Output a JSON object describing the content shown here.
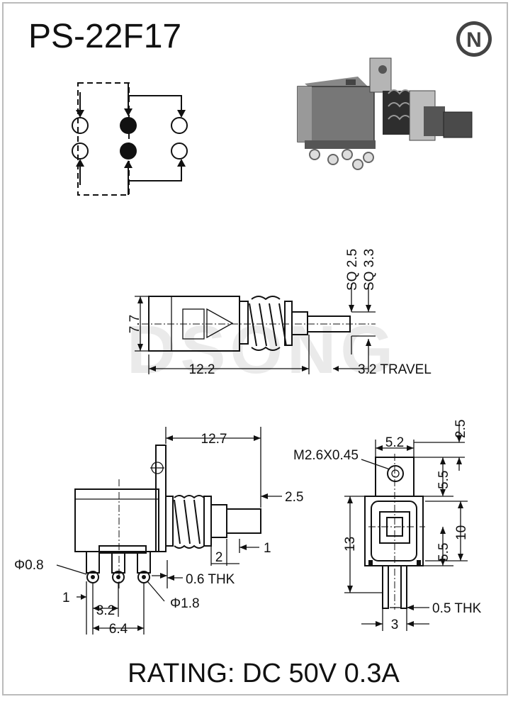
{
  "title": "PS-22F17",
  "logo_letter": "N",
  "watermark": "DSONG",
  "rating": "RATING: DC 50V 0.3A",
  "side_view": {
    "dim_length": "12.2",
    "dim_height": "7.7",
    "dim_sq1": "SQ 2.5",
    "dim_sq2": "SQ 3.3",
    "dim_travel": "3.2 TRAVEL"
  },
  "bottom_view": {
    "dim_length": "12.7",
    "dim_plunger": "2.5",
    "dim_pin_dia": "Φ0.8",
    "dim_thk": "0.6 THK",
    "dim_hole_dia": "Φ1.8",
    "dim_pitch": "3.2",
    "dim_span": "6.4",
    "dim_offset": "1",
    "dim_2": "2",
    "dim_1": "1"
  },
  "front_view": {
    "dim_screw": "M2.6X0.45",
    "dim_width": "5.2",
    "dim_top": "2.5",
    "dim_55a": "5.5",
    "dim_55b": "5.5",
    "dim_10": "10",
    "dim_13": "13",
    "dim_thk": "0.5 THK",
    "dim_3": "3"
  }
}
